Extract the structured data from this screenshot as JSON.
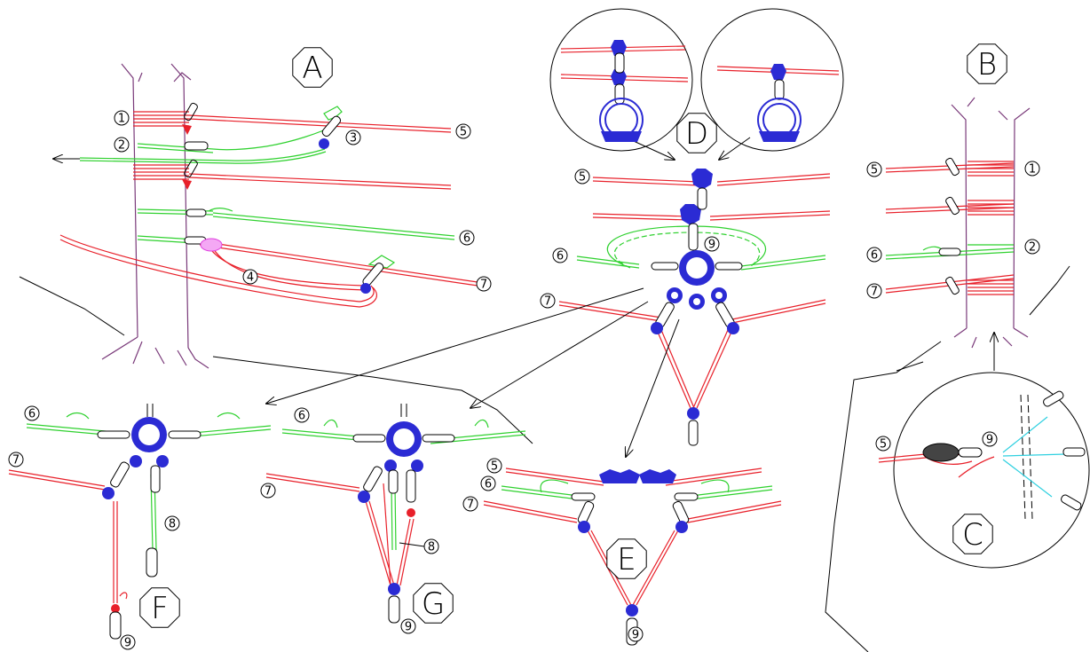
{
  "diagram": {
    "section_labels": {
      "A": "A",
      "B": "B",
      "C": "C",
      "D": "D",
      "E": "E",
      "F": "F",
      "G": "G"
    },
    "colors": {
      "rope_red": "#e8202a",
      "rope_green": "#2fd12f",
      "hardware_blue": "#2b2bd4",
      "sling_cyan": "#2fd0e0",
      "pulley_magenta": "#e040e0",
      "tree_purple": "#7a3a7a",
      "line_black": "#000000"
    },
    "callouts": [
      {
        "label": "1",
        "group": "A"
      },
      {
        "label": "2",
        "group": "A"
      },
      {
        "label": "3",
        "group": "A"
      },
      {
        "label": "4",
        "group": "A"
      },
      {
        "label": "5",
        "group": "A"
      },
      {
        "label": "6",
        "group": "A"
      },
      {
        "label": "7",
        "group": "A"
      },
      {
        "label": "1",
        "group": "B"
      },
      {
        "label": "2",
        "group": "B"
      },
      {
        "label": "5",
        "group": "B"
      },
      {
        "label": "6",
        "group": "B"
      },
      {
        "label": "7",
        "group": "B"
      },
      {
        "label": "5",
        "group": "C"
      },
      {
        "label": "9",
        "group": "C"
      },
      {
        "label": "5",
        "group": "D"
      },
      {
        "label": "6",
        "group": "D"
      },
      {
        "label": "7",
        "group": "D"
      },
      {
        "label": "9",
        "group": "D"
      },
      {
        "label": "5",
        "group": "E"
      },
      {
        "label": "6",
        "group": "E"
      },
      {
        "label": "7",
        "group": "E"
      },
      {
        "label": "9",
        "group": "E"
      },
      {
        "label": "6",
        "group": "F"
      },
      {
        "label": "7",
        "group": "F"
      },
      {
        "label": "8",
        "group": "F"
      },
      {
        "label": "9",
        "group": "F"
      },
      {
        "label": "6",
        "group": "G"
      },
      {
        "label": "7",
        "group": "G"
      },
      {
        "label": "8",
        "group": "G"
      },
      {
        "label": "9",
        "group": "G"
      }
    ]
  }
}
